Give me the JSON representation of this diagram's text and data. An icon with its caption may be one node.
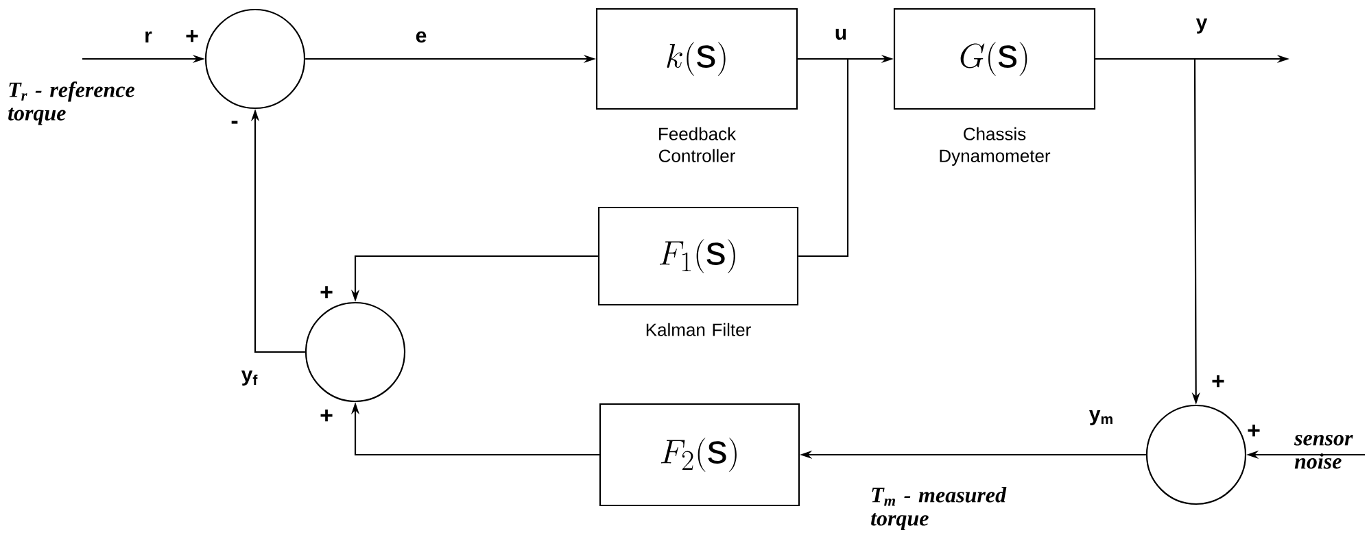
{
  "diagram": {
    "nodes": [
      {
        "text": [],
        "shape": "circle"
      },
      {
        "text": [
          "k(\\mathrm{s})"
        ],
        "beside": [
          "Feedback Controller"
        ]
      },
      {
        "text": [
          "G(\\mathrm{s})"
        ],
        "beside": [
          "Chassis Dynamometer"
        ]
      },
      {
        "text": [
          "F_{1}(\\mathrm{s})"
        ],
        "beside": [
          "Kalman Filter"
        ]
      },
      {
        "text": [],
        "shape": "circle"
      },
      {
        "text": [
          "F_{2}(\\mathrm{s})"
        ]
      },
      {
        "text": [],
        "shape": "circle"
      }
    ],
    "edges": [
      {
        "from": null,
        "to": 0,
        "arrow": "to",
        "label": "r"
      },
      {
        "from": 0,
        "to": 1,
        "arrow": "to",
        "label": "e"
      },
      {
        "from": 1,
        "to": 2,
        "arrow": "to",
        "label": "u"
      },
      {
        "from": 2,
        "to": null,
        "arrow": "to",
        "label": "y"
      },
      {
        "from": 1,
        "to": 3,
        "arrow": "none"
      },
      {
        "from": 3,
        "to": 4,
        "arrow": "to"
      },
      {
        "from": 2,
        "to": 6,
        "arrow": "to"
      },
      {
        "from": null,
        "to": 6,
        "arrow": "to"
      },
      {
        "from": 6,
        "to": 5,
        "arrow": "to",
        "label": "y$_{m}$"
      },
      {
        "from": 5,
        "to": 4,
        "arrow": "to"
      },
      {
        "from": 4,
        "to": 0,
        "arrow": "to",
        "label": "y$_{f}$"
      }
    ],
    "labels": [
      "+",
      "T$_{r}$ - reference torque",
      "-",
      "+",
      "+",
      "+",
      "+",
      "sensor noise",
      "T$_{m}$ - measured torque"
    ]
  }
}
